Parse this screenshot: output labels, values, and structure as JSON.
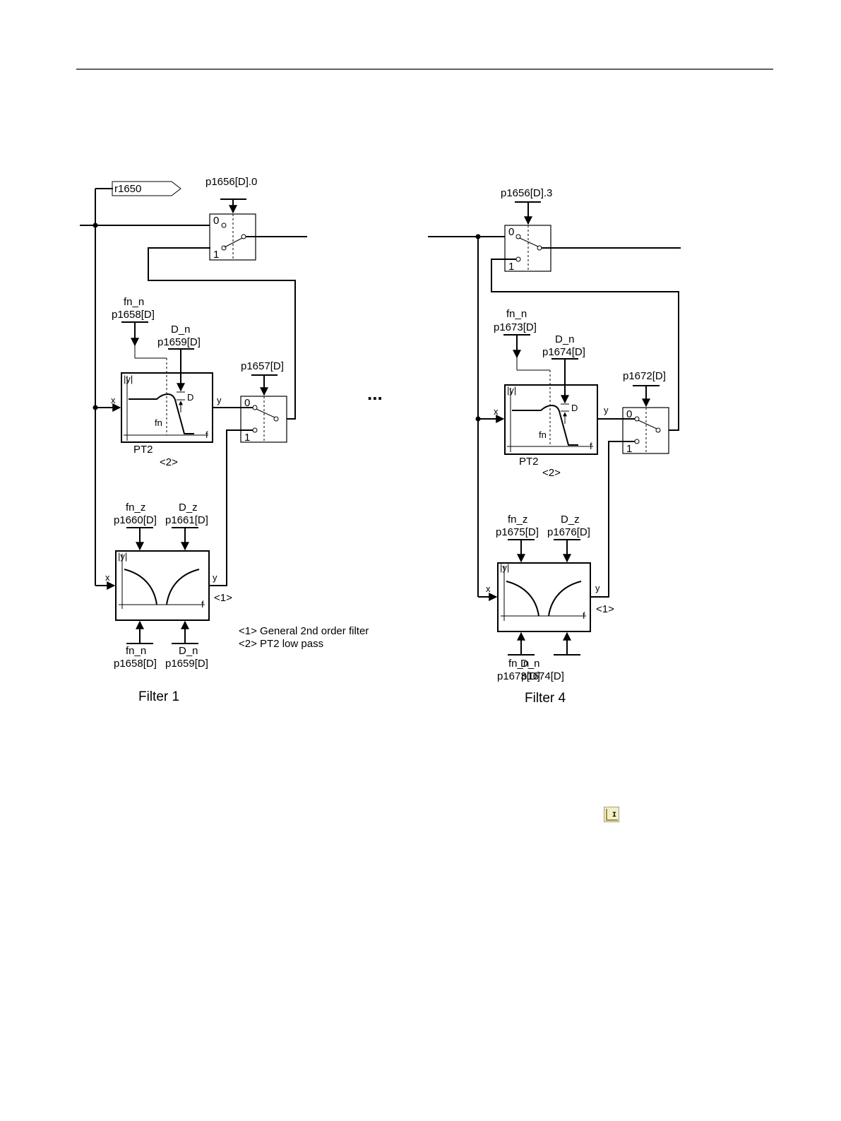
{
  "signal": {
    "name": "r1650"
  },
  "switches": {
    "filter1_select": {
      "param": "p1656[D].0",
      "in0": "0",
      "in1": "1"
    },
    "filter1_type": {
      "param": "p1657[D]",
      "in0": "0",
      "in1": "1"
    },
    "filter4_select": {
      "param": "p1656[D].3",
      "in0": "0",
      "in1": "1"
    },
    "filter4_type": {
      "param": "p1672[D]",
      "in0": "0",
      "in1": "1"
    }
  },
  "filter1": {
    "pt2": {
      "fn_label": "fn_n",
      "fn_param": "p1658[D]",
      "d_label": "D_n",
      "d_param": "p1659[D]",
      "axis_y": "|y|",
      "axis_f": "f",
      "mark_fn": "fn",
      "mark_d": "D",
      "in": "x",
      "out": "y",
      "name": "PT2",
      "ref": "<2>"
    },
    "general": {
      "fnz_label": "fn_z",
      "fnz_param": "p1660[D]",
      "dz_label": "D_z",
      "dz_param": "p1661[D]",
      "fnn_label": "fn_n",
      "fnn_param": "p1658[D]",
      "dn_label": "D_n",
      "dn_param": "p1659[D]",
      "axis_y": "|y|",
      "axis_f": "f",
      "in": "x",
      "out": "y",
      "ref": "<1>"
    },
    "caption": "Filter 1"
  },
  "filter4": {
    "pt2": {
      "fn_label": "fn_n",
      "fn_param": "p1673[D]",
      "d_label": "D_n",
      "d_param": "p1674[D]",
      "axis_y": "|y|",
      "axis_f": "f",
      "mark_fn": "fn",
      "mark_d": "D",
      "in": "x",
      "out": "y",
      "name": "PT2",
      "ref": "<2>"
    },
    "general": {
      "fnz_label": "fn_z",
      "fnz_param": "p1675[D]",
      "dz_label": "D_z",
      "dz_param": "p1676[D]",
      "fnn_label": "fn_n",
      "fnn_param": "p1673[D]",
      "dn_label": "D_n",
      "dn_param": "p1674[D]",
      "axis_y": "|y|",
      "axis_f": "f",
      "in": "x",
      "out": "y",
      "ref": "<1>"
    },
    "caption": "Filter 4"
  },
  "legend": {
    "line1": "<1> General 2nd order filter",
    "line2": "<2> PT2 low pass"
  },
  "ellipsis": "...",
  "toolbar_icon": {
    "glyph": "I",
    "icon": "filter-toolbar-icon"
  }
}
